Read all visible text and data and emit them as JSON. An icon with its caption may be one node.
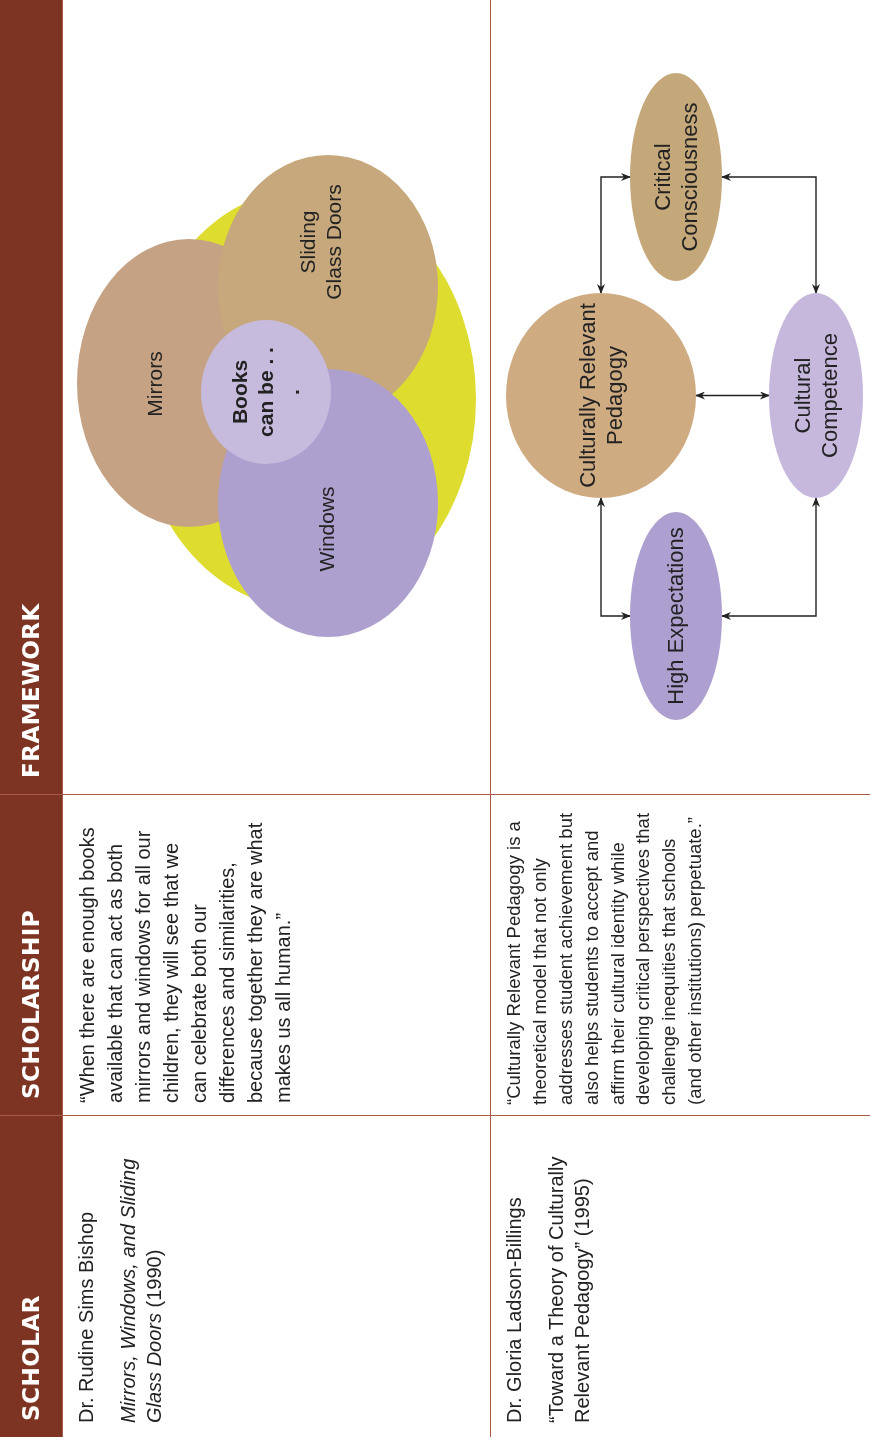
{
  "diagram": {
    "nodes": [
      {
        "text": [
          "Mirrors"
        ]
      },
      {
        "text": [
          "Sliding Glass Doors"
        ]
      },
      {
        "text": [
          "Windows"
        ]
      },
      {
        "text": [
          "Books can be . . ."
        ]
      },
      {
        "text": [
          "Culturally Relevant Pedagogy"
        ]
      },
      {
        "text": [
          "Critical Consciousness"
        ]
      },
      {
        "text": [
          "Cultural Competence"
        ]
      },
      {
        "text": [
          "High Expectations"
        ]
      }
    ],
    "edges": [
      {
        "from": 4,
        "to": 5,
        "arrow": "both"
      },
      {
        "from": 5,
        "to": 6,
        "arrow": "both"
      },
      {
        "from": 4,
        "to": 6,
        "arrow": "both"
      },
      {
        "from": 4,
        "to": 7,
        "arrow": "both"
      },
      {
        "from": 7,
        "to": 6,
        "arrow": "both"
      }
    ],
    "labels": [
      "SCHOLAR",
      "SCHOLARSHIP",
      "FRAMEWORK",
      "Dr. Rudine Sims Bishop",
      "*Mirrors, Windows, and Sliding Glass Doors* (1990)",
      "“When there are enough books available that can act as both mirrors and windows for all our children, they will see that we can celebrate both our differences and similarities, because together they are what makes us all human.”",
      "Dr. Gloria Ladson-Billings",
      "“Toward a Theory of Culturally Relevant Pedagogy” (1995)",
      "“Culturally Relevant Pedagogy is a theoretical model that not only addresses student achievement but also helps students to accept and affirm their cultural identity while developing critical perspectives that challenge inequities that schools (and other institutions) perpetuate.”"
    ]
  }
}
